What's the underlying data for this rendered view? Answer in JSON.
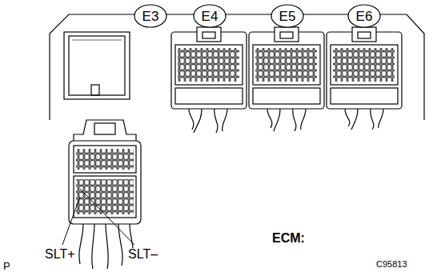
{
  "diagram": {
    "nodes": [
      {
        "text": [
          "E3"
        ]
      },
      {
        "text": [
          "E4"
        ]
      },
      {
        "text": [
          "E5"
        ]
      },
      {
        "text": [
          "E6"
        ]
      }
    ],
    "labels": [
      "SLT+",
      "SLT–",
      "ECM:",
      "C95813",
      "P"
    ]
  }
}
